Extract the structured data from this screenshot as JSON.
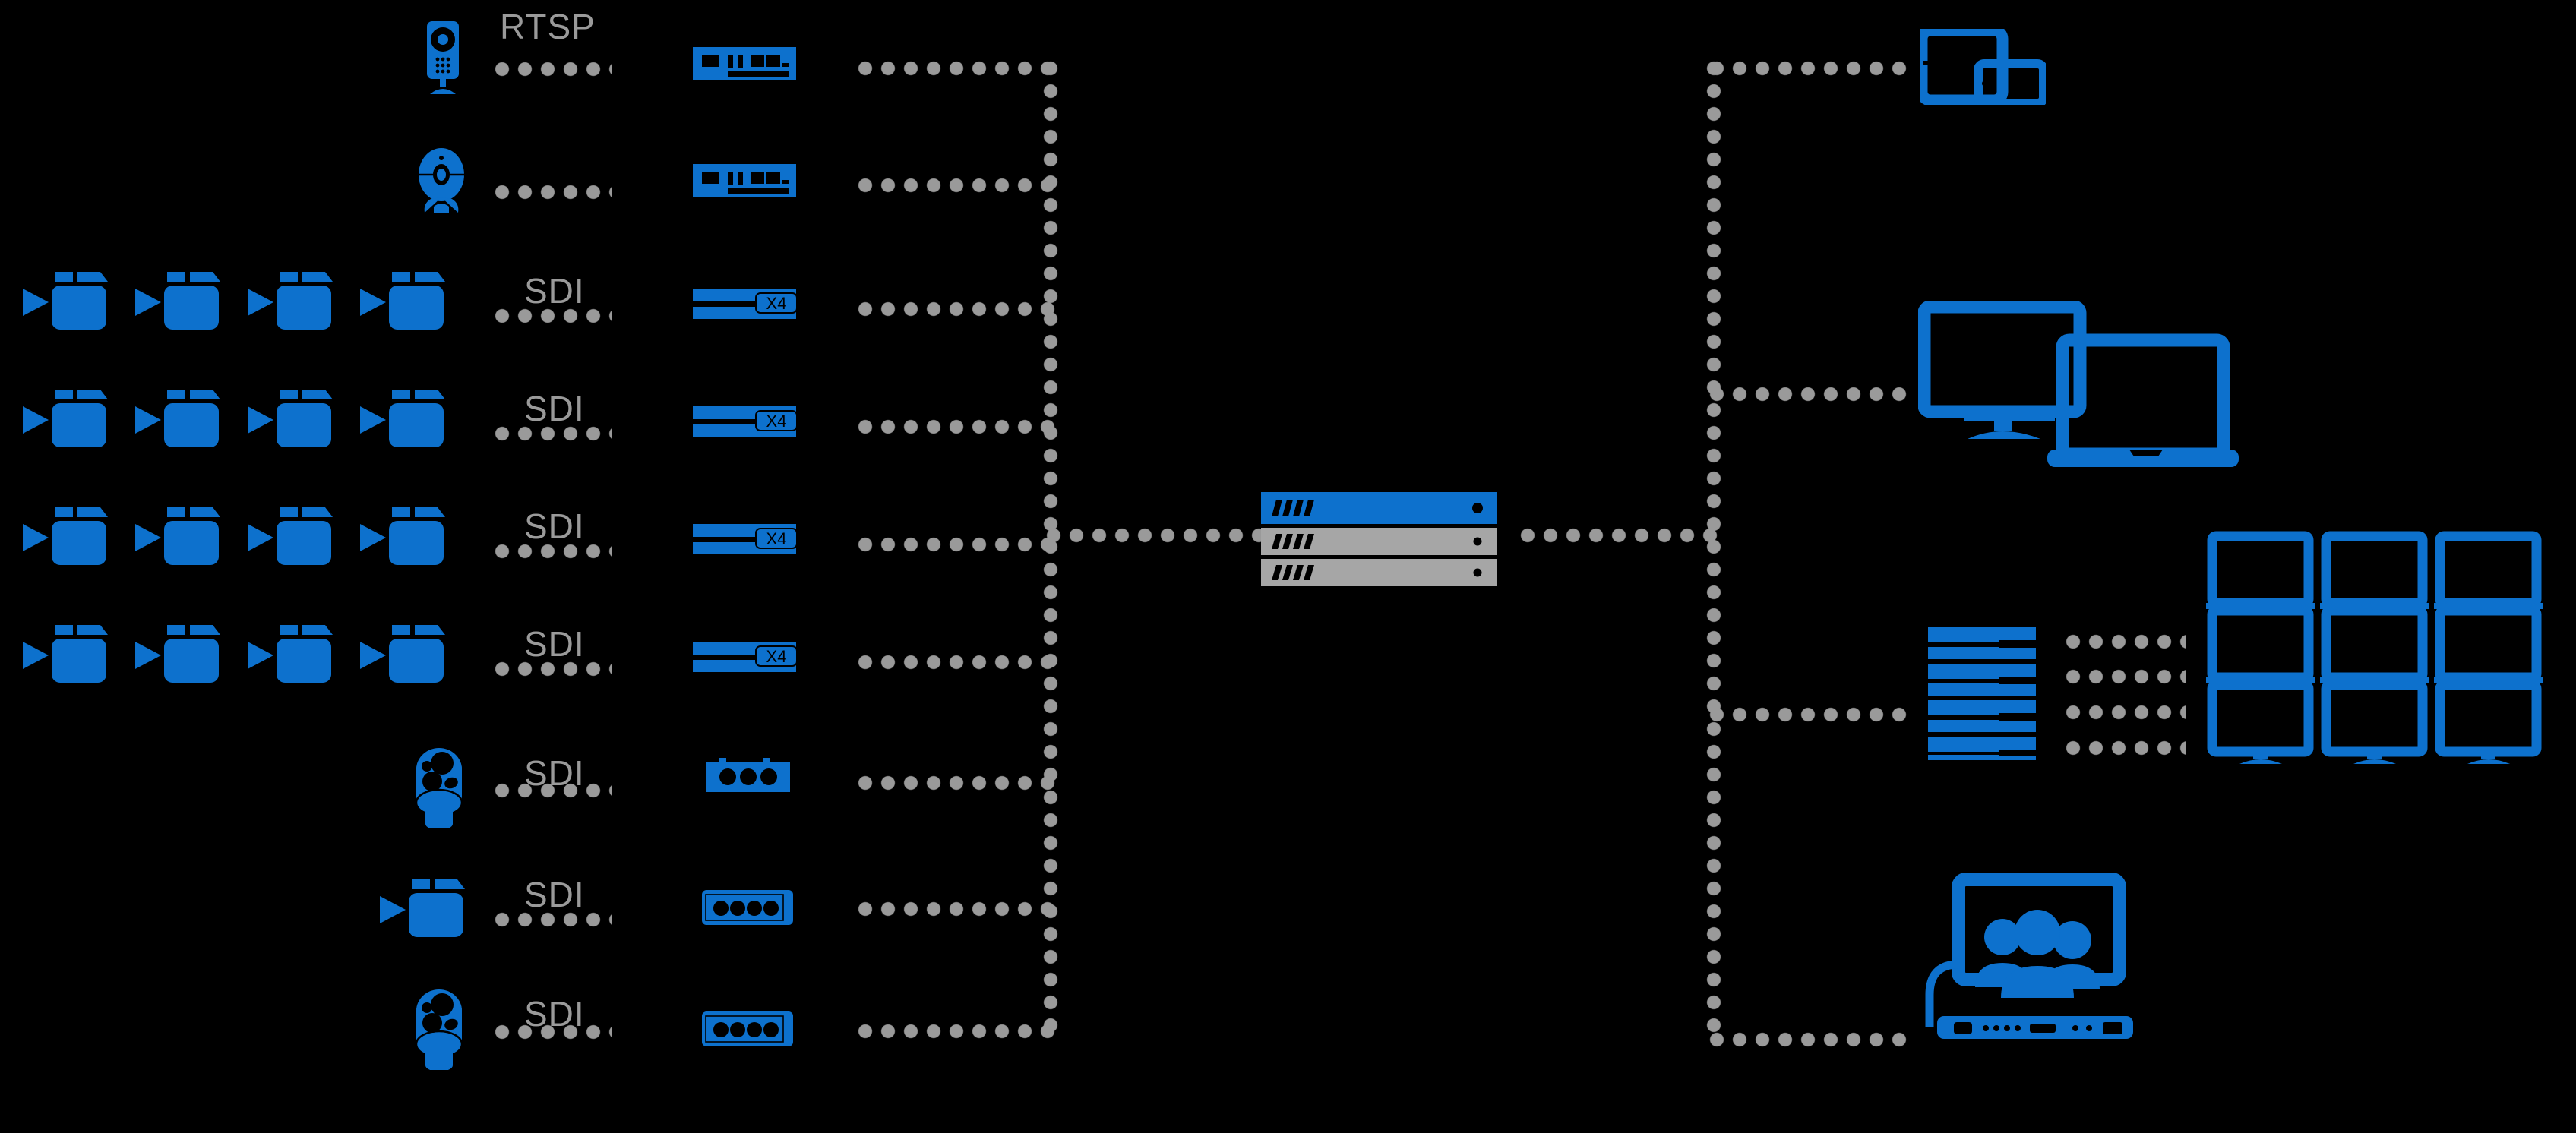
{
  "diagram": {
    "title": "Video distribution / AV-over-IP network topology",
    "background_color": "#000000",
    "accent_blue": "#0d71cd",
    "line_gray": "#9a9a9a",
    "server_gray": "#a6a6a6"
  },
  "sources": [
    {
      "id": "row-rtsp-ipcam",
      "device_icon": "ip-camera-icon",
      "device_count": 1,
      "protocol_label": "RTSP",
      "encoder_icon": "rack-encoder-icon",
      "encoder_label": ""
    },
    {
      "id": "row-webcam",
      "device_icon": "webcam-icon",
      "device_count": 1,
      "protocol_label": "",
      "encoder_icon": "rack-encoder-icon",
      "encoder_label": ""
    },
    {
      "id": "row-sdi-cams-1",
      "device_icon": "camcorder-icon",
      "device_count": 4,
      "protocol_label": "SDI",
      "encoder_icon": "sdi-encoder-icon",
      "encoder_label": "X4"
    },
    {
      "id": "row-sdi-cams-2",
      "device_icon": "camcorder-icon",
      "device_count": 4,
      "protocol_label": "SDI",
      "encoder_icon": "sdi-encoder-icon",
      "encoder_label": "X4"
    },
    {
      "id": "row-sdi-cams-3",
      "device_icon": "camcorder-icon",
      "device_count": 4,
      "protocol_label": "SDI",
      "encoder_icon": "sdi-encoder-icon",
      "encoder_label": "X4"
    },
    {
      "id": "row-sdi-cams-4",
      "device_icon": "camcorder-icon",
      "device_count": 4,
      "protocol_label": "SDI",
      "encoder_icon": "sdi-encoder-icon",
      "encoder_label": "X4"
    },
    {
      "id": "row-ptz-1",
      "device_icon": "ptz-dome-camera-icon",
      "device_count": 1,
      "protocol_label": "SDI",
      "encoder_icon": "three-port-encoder-icon",
      "encoder_label": ""
    },
    {
      "id": "row-camcorder-single",
      "device_icon": "camcorder-icon",
      "device_count": 1,
      "protocol_label": "SDI",
      "encoder_icon": "four-port-encoder-icon",
      "encoder_label": ""
    },
    {
      "id": "row-ptz-2",
      "device_icon": "ptz-dome-camera-icon",
      "device_count": 1,
      "protocol_label": "SDI",
      "encoder_icon": "four-port-encoder-icon",
      "encoder_label": ""
    }
  ],
  "core": {
    "name": "server-stack",
    "units": [
      {
        "id": "server-unit-1",
        "color": "#0d71cd",
        "vents": 4,
        "led": true
      },
      {
        "id": "server-unit-2",
        "color": "#a6a6a6",
        "vents": 4,
        "led": true
      },
      {
        "id": "server-unit-3",
        "color": "#a6a6a6",
        "vents": 4,
        "led": true
      }
    ]
  },
  "destinations": [
    {
      "id": "dest-mobile",
      "icon": "tablet-phone-icon",
      "label": ""
    },
    {
      "id": "dest-desktop",
      "icon": "desktop-laptop-icon",
      "label": ""
    },
    {
      "id": "dest-videowall",
      "icon": "decoder-rack-icon",
      "label": "",
      "decoder_units": 4,
      "wall_rows": 3,
      "wall_cols": 3,
      "wall_icon": "monitor-icon"
    },
    {
      "id": "dest-conference",
      "icon": "video-conference-icon",
      "label": ""
    }
  ]
}
